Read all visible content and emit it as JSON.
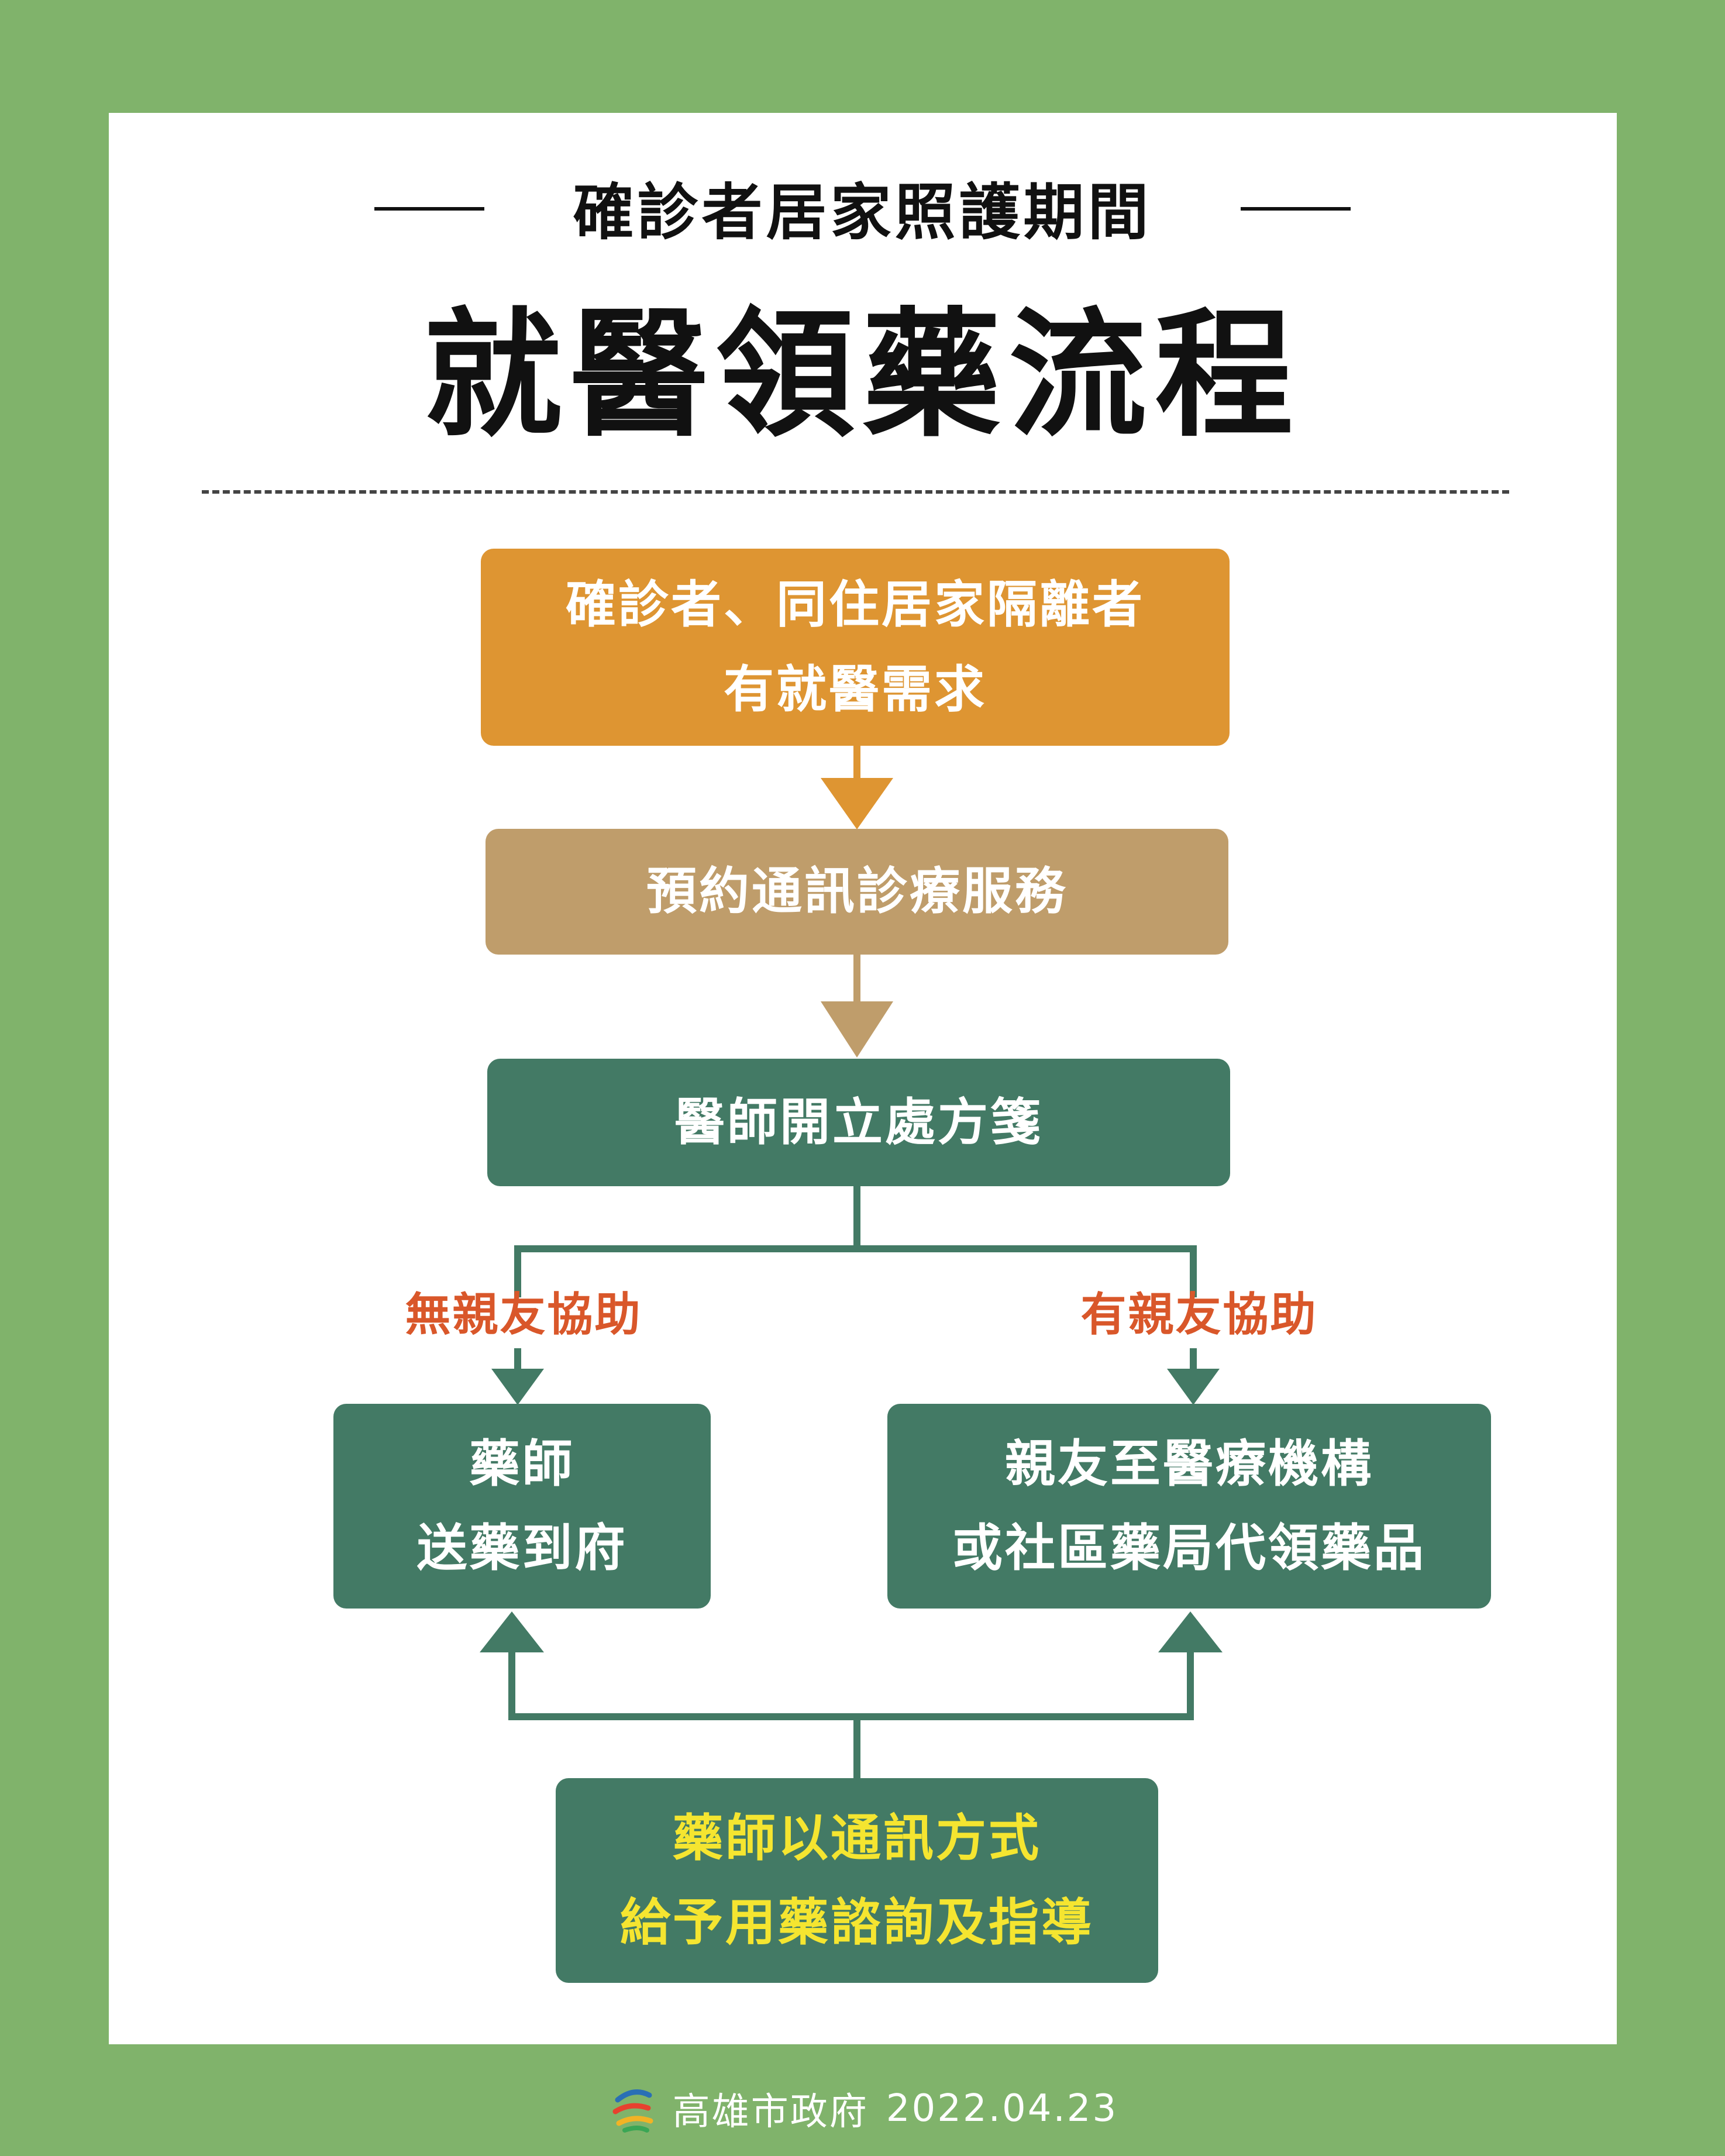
{
  "header": {
    "subtitle": "確診者居家照護期間",
    "title": "就醫領藥流程"
  },
  "flow": {
    "step1": {
      "line1": "確診者、同住居家隔離者",
      "line2": "有就醫需求"
    },
    "step2": {
      "label": "預約通訊診療服務"
    },
    "step3": {
      "label": "醫師開立處方箋"
    },
    "branch_left": {
      "condition": "無親友協助",
      "line1": "藥師",
      "line2": "送藥到府"
    },
    "branch_right": {
      "condition": "有親友協助",
      "line1": "親友至醫療機構",
      "line2": "或社區藥局代領藥品"
    },
    "final": {
      "line1": "藥師以通訊方式",
      "line2": "給予用藥諮詢及指導"
    }
  },
  "footer": {
    "organization": "高雄市政府",
    "date": "2022.04.23",
    "logo_icon": "kaohsiung-city-logo-icon"
  },
  "colors": {
    "background": "#80b36b",
    "panel": "#ffffff",
    "step1": "#de9532",
    "step2": "#bf9d6b",
    "dark_green": "#437a65",
    "condition_text": "#d9572a",
    "final_text": "#f5e530"
  }
}
